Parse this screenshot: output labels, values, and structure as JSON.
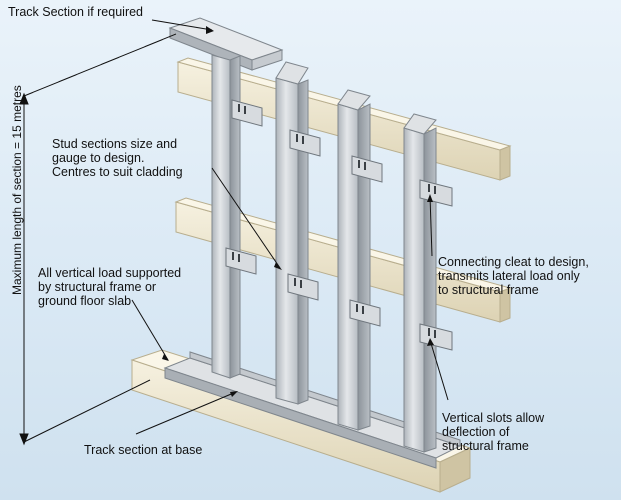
{
  "labels": {
    "track_top": "Track Section if required",
    "stud_sections": "Stud sections size and\ngauge to design.\nCentres to suit cladding",
    "vertical_load": "All vertical load supported\nby structural frame or\nground floor slab",
    "track_base": "Track section at base",
    "max_length": "Maximum length of section = 15 metres",
    "connecting_cleat": "Connecting cleat to design,\ntransmits lateral load only\nto structural frame",
    "vertical_slots": "Vertical slots allow\ndeflection of\nstructural frame"
  },
  "colors": {
    "background": "#dbe9f5",
    "steel": "#c9cdd2",
    "steel_shadow": "#9aa1a8",
    "concrete": "#f0ead6",
    "concrete_shadow": "#c9bf9e",
    "leader": "#111111"
  }
}
